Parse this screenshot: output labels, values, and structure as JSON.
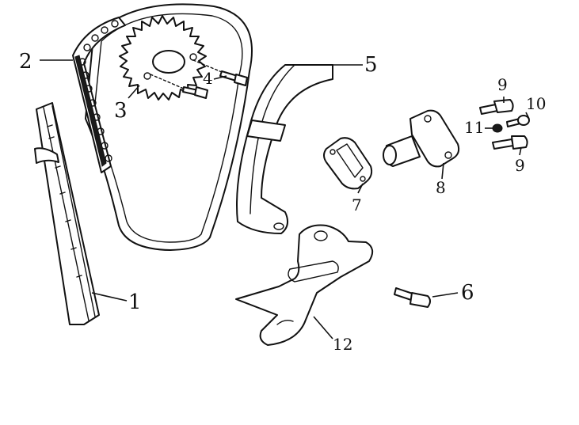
{
  "diagram": {
    "callouts": [
      {
        "id": "c1",
        "text": "1"
      },
      {
        "id": "c2",
        "text": "2"
      },
      {
        "id": "c3",
        "text": "3"
      },
      {
        "id": "c4",
        "text": "4"
      },
      {
        "id": "c5",
        "text": "5"
      },
      {
        "id": "c6",
        "text": "6"
      },
      {
        "id": "c7",
        "text": "7"
      },
      {
        "id": "c8",
        "text": "8"
      },
      {
        "id": "c9a",
        "text": "9"
      },
      {
        "id": "c9b",
        "text": "9"
      },
      {
        "id": "c10",
        "text": "10"
      },
      {
        "id": "c11",
        "text": "11"
      },
      {
        "id": "c12",
        "text": "12"
      }
    ]
  }
}
